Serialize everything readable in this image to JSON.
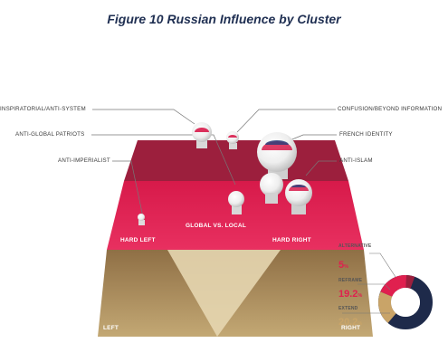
{
  "title": "Figure 10 Russian Influence by Cluster",
  "cluster_labels": {
    "inspirational": "INSPIRATORIAL/ANTI-SYSTEM",
    "anti_global": "ANTI-GLOBAL PATRIOTS",
    "anti_imperialist": "ANTI-IMPERIALIST",
    "confusion": "CONFUSION/BEYOND INFORMATION",
    "french_identity": "FRENCH IDENTITY",
    "anti_islam": "ANTI-ISLAM"
  },
  "plane_labels": {
    "hard_left": "HARD LEFT",
    "global_local": "GLOBAL VS. LOCAL",
    "hard_right": "HARD RIGHT",
    "left": "LEFT",
    "right": "RIGHT"
  },
  "colors": {
    "crimson_top": "#9c1f3d",
    "crimson_mid": "#e0204f",
    "tan": "#a8885a",
    "navy": "#1e2a4a",
    "teal": "#3f8f94"
  },
  "chart_data": {
    "type": "pie",
    "slices": [
      {
        "name": "ALTERNATIVE",
        "value": 5,
        "unit": "%",
        "color": "#1e2a4a"
      },
      {
        "name": "REFRAME",
        "value": 19.2,
        "unit": "%",
        "color": "#e0204f"
      },
      {
        "name": "EXTEND",
        "value": 20.2,
        "unit": "%",
        "color": "#c9a468"
      }
    ]
  }
}
